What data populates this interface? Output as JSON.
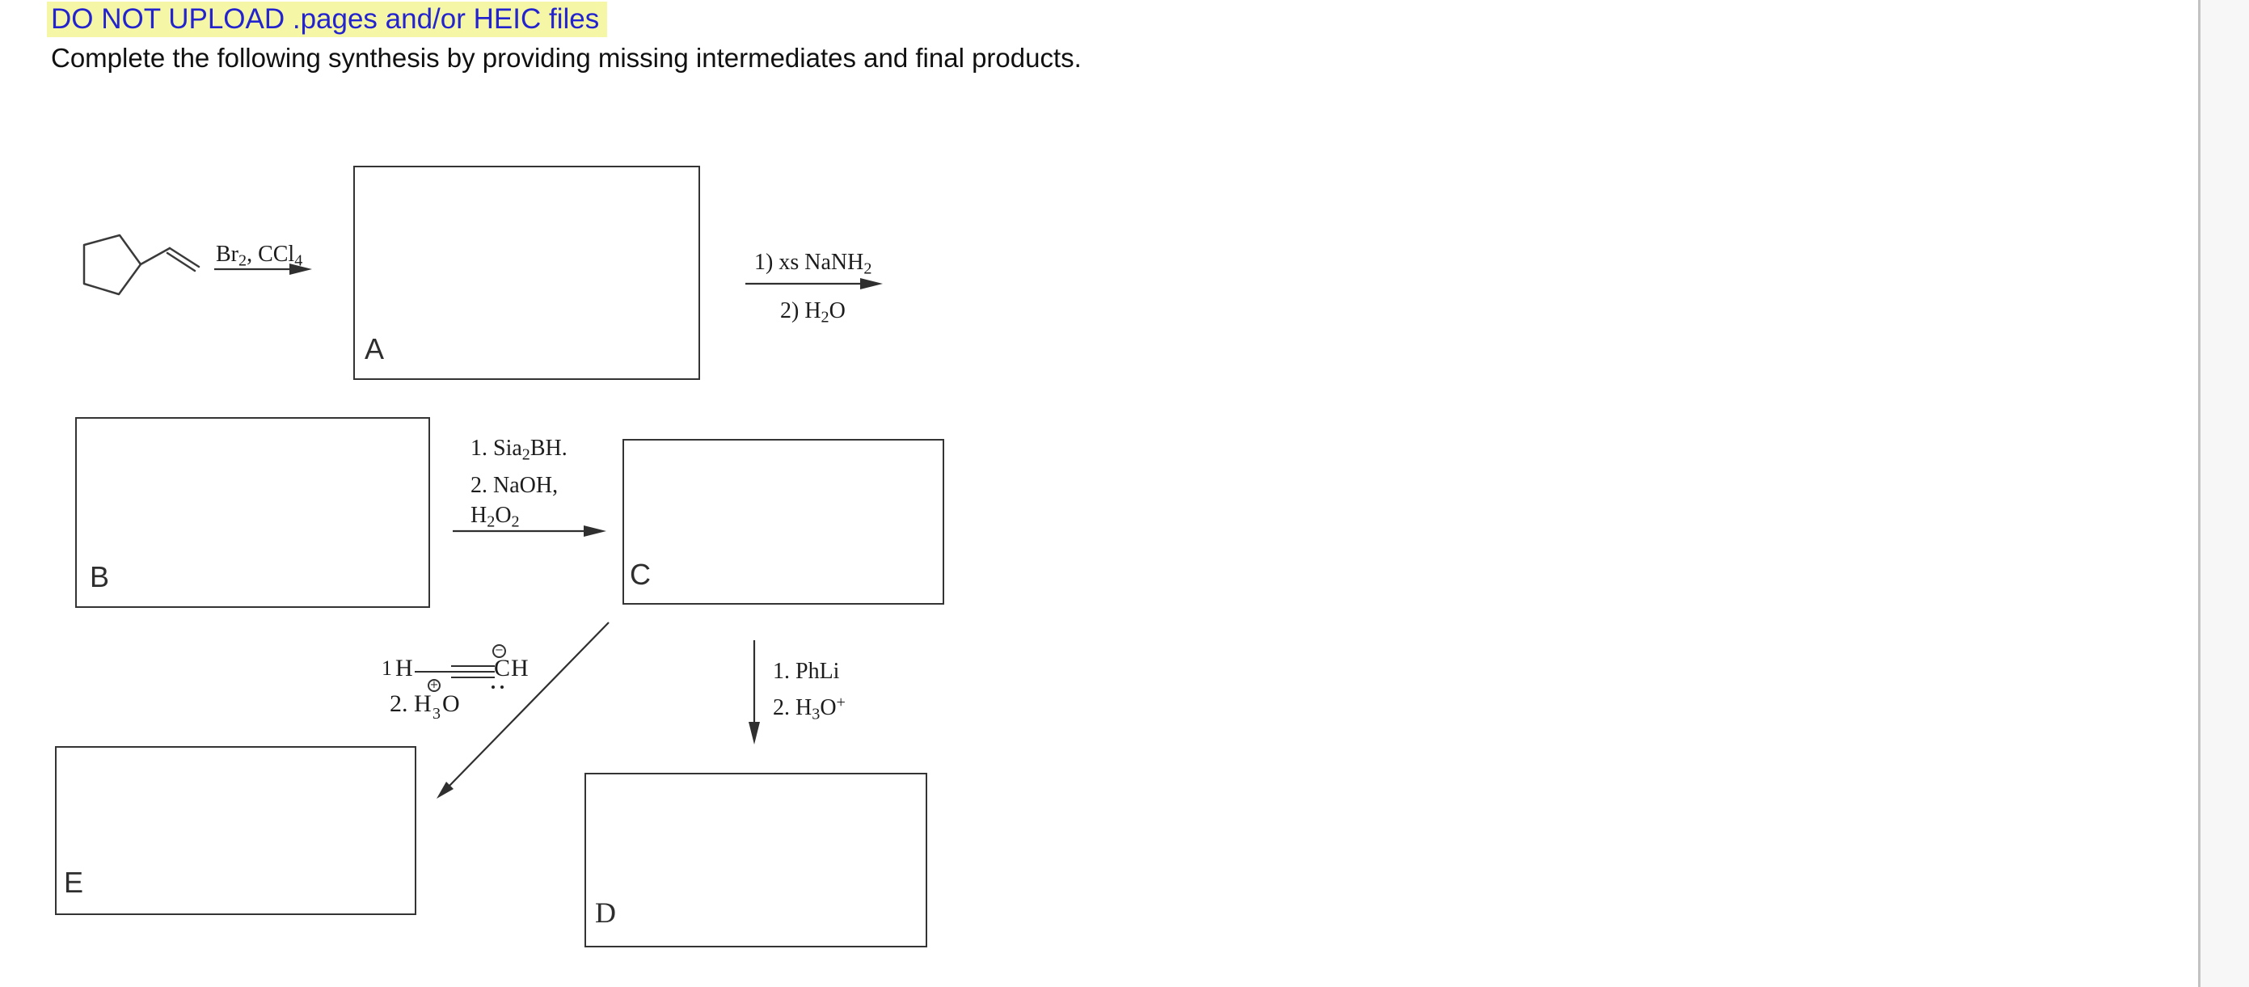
{
  "page": {
    "warning": "DO NOT UPLOAD .pages and/or HEIC files",
    "instruction": "Complete the following synthesis by providing missing intermediates and final products.",
    "colors": {
      "warning_text": "#2424cf",
      "warning_highlight": "#f6f7a6",
      "ink": "#1c1c1c",
      "line": "#3a3a3a",
      "box_border": "#343434",
      "divider": "#c3c3c3",
      "gutter_bg": "#f7f7f7"
    }
  },
  "scheme": {
    "start_material": "vinylcyclopentane skeletal structure",
    "boxes": [
      {
        "label": "A"
      },
      {
        "label": "B"
      },
      {
        "label": "C"
      },
      {
        "label": "D"
      },
      {
        "label": "E"
      }
    ],
    "reagents": {
      "step1": [
        {
          "t": "Br"
        },
        {
          "t": "2",
          "s": "sub"
        },
        {
          "t": ", CCl"
        },
        {
          "t": "4",
          "s": "sub"
        }
      ],
      "step2_line1": [
        {
          "t": "1) xs NaNH"
        },
        {
          "t": "2",
          "s": "sub"
        }
      ],
      "step2_line2": [
        {
          "t": "2) H"
        },
        {
          "t": "2",
          "s": "sub"
        },
        {
          "t": "O"
        }
      ],
      "step3_line1": [
        {
          "t": "1. Sia"
        },
        {
          "t": "2",
          "s": "sub"
        },
        {
          "t": "BH."
        }
      ],
      "step3_line2": [
        {
          "t": "2. NaOH,"
        }
      ],
      "step3_line3": [
        {
          "t": "H"
        },
        {
          "t": "2",
          "s": "sub"
        },
        {
          "t": "O"
        },
        {
          "t": "2",
          "s": "sub"
        }
      ],
      "step5_line1": [
        {
          "t": "1. PhLi"
        }
      ],
      "step5_line2": [
        {
          "t": "2. H"
        },
        {
          "t": "3",
          "s": "sub"
        },
        {
          "t": "O"
        },
        {
          "t": "+",
          "s": "sup"
        }
      ]
    },
    "acetylide_step": {
      "number": "1",
      "h_left": "H",
      "carbon": "C",
      "h_right": "H",
      "minus_charge": "−",
      "line2_prefix": "2. H",
      "subscript": "3",
      "plus_charge": "+",
      "oxygen": "O"
    }
  }
}
